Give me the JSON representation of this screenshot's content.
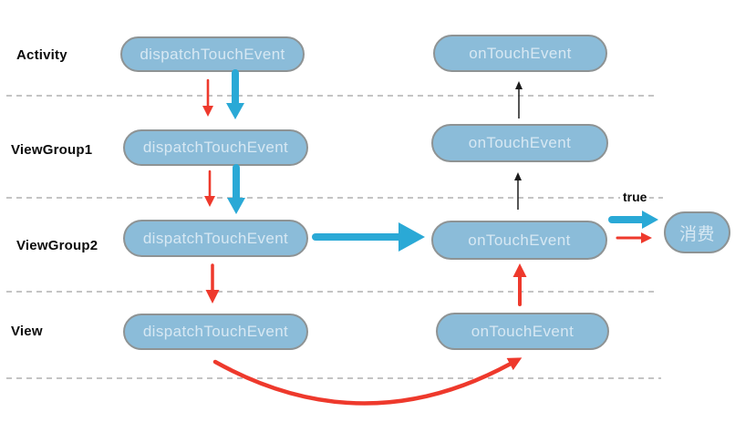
{
  "diagram": {
    "rows": [
      {
        "label": "Activity",
        "dispatch": "dispatchTouchEvent",
        "ontouch": "onTouchEvent"
      },
      {
        "label": "ViewGroup1",
        "dispatch": "dispatchTouchEvent",
        "ontouch": "onTouchEvent"
      },
      {
        "label": "ViewGroup2",
        "dispatch": "dispatchTouchEvent",
        "ontouch": "onTouchEvent"
      },
      {
        "label": "View",
        "dispatch": "dispatchTouchEvent",
        "ontouch": "onTouchEvent"
      }
    ],
    "result_node": "消费",
    "true_label": "true",
    "colors": {
      "node_fill": "#8bbcd9",
      "node_border": "#8e9394",
      "node_text": "#d7e8f3",
      "blue_arrow": "#2aa9d6",
      "red_arrow": "#ee392c",
      "black_arrow": "#1c1c1c",
      "dashed_line": "#b0b0b0",
      "row_label_text": "#0b0b0b",
      "background": "#ffffff"
    }
  }
}
